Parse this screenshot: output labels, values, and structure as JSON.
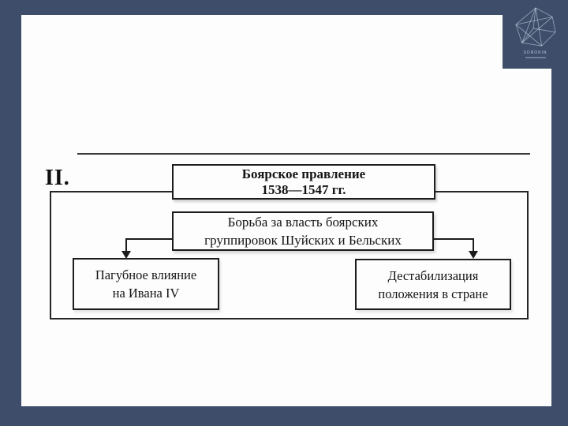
{
  "slide": {
    "section_label": "II.",
    "logo": {
      "name": "SOROKIN"
    },
    "colors": {
      "frame_blue": "#3e4e6a",
      "box_border": "#1c1c1c",
      "text": "#141414",
      "canvas": "#fdfdfe"
    }
  },
  "diagram": {
    "type": "flowchart",
    "root_box": {
      "line1": "Боярское правление",
      "line2": "1538—1547 гг."
    },
    "cause_box": {
      "line1": "Борьба за власть боярских",
      "line2": "группировок Шуйских и Бельских"
    },
    "effects": [
      {
        "line1": "Пагубное влияние",
        "line2": "на Ивана IV"
      },
      {
        "line1": "Дестабилизация",
        "line2": "положения в стране"
      }
    ]
  }
}
